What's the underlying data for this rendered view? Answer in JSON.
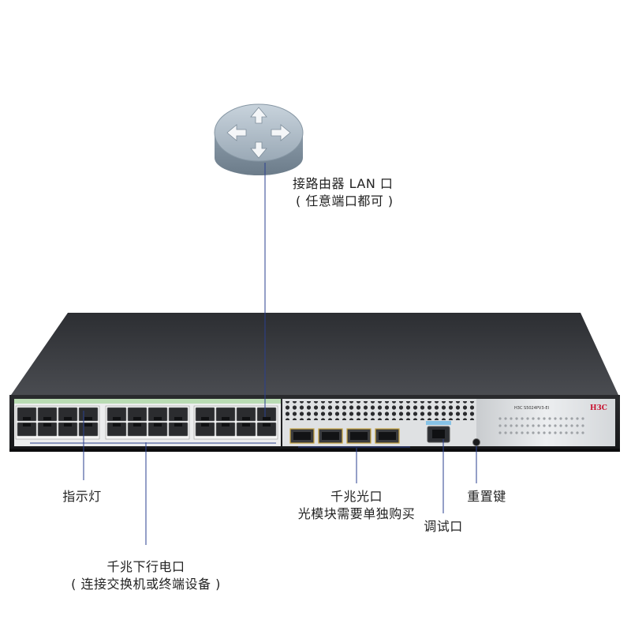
{
  "router": {
    "label_line1": "接路由器 LAN 口",
    "label_line2": "( 任意端口都可 )"
  },
  "callouts": {
    "indicator": "指示灯",
    "sfp_line1": "千兆光口",
    "sfp_line2": "光模块需要单独购买",
    "console": "调试口",
    "reset": "重置键",
    "rj45_line1": "千兆下行电口",
    "rj45_line2": "( 连接交换机或终端设备 )"
  },
  "device": {
    "brand": "H3C",
    "rj45_port_count": 24,
    "sfp_port_count": 4
  },
  "colors": {
    "leader_line": "#2a3f8f",
    "chassis_top": "#3a3c40",
    "panel_front": "#e7e8ea",
    "brand_red": "#c8102e"
  },
  "icons": {
    "router": "router-arrows-icon"
  }
}
